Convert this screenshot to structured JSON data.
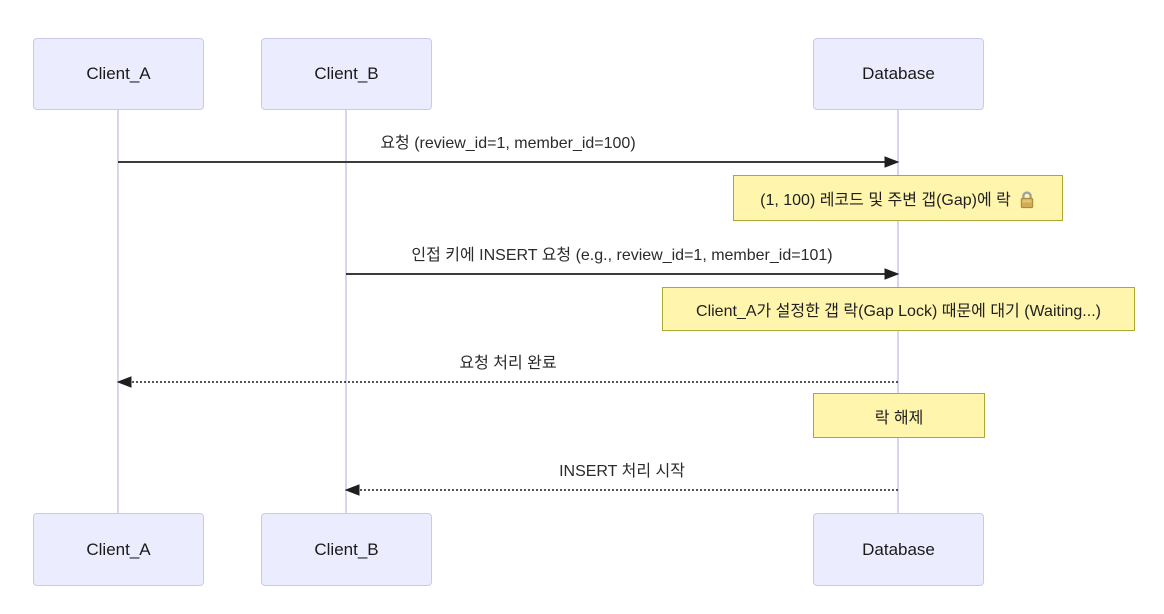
{
  "diagram": {
    "type": "sequence",
    "actors": [
      {
        "id": "client_a",
        "label": "Client_A"
      },
      {
        "id": "client_b",
        "label": "Client_B"
      },
      {
        "id": "database",
        "label": "Database"
      }
    ],
    "messages": [
      {
        "from": "Client_A",
        "to": "Database",
        "style": "solid",
        "label": "요청 (review_id=1, member_id=100)"
      },
      {
        "from": "Client_B",
        "to": "Database",
        "style": "solid",
        "label": "인접 키에 INSERT 요청 (e.g., review_id=1, member_id=101)"
      },
      {
        "from": "Database",
        "to": "Client_A",
        "style": "dotted",
        "label": "요청 처리 완료"
      },
      {
        "from": "Database",
        "to": "Client_B",
        "style": "dotted",
        "label": "INSERT 처리 시작"
      }
    ],
    "notes": [
      {
        "over": "Database",
        "icon": "lock-icon",
        "label": "(1, 100) 레코드 및 주변 갭(Gap)에 락"
      },
      {
        "over": "Database",
        "icon": null,
        "label": "Client_A가 설정한 갭 락(Gap Lock) 때문에 대기 (Waiting...)"
      },
      {
        "over": "Database",
        "icon": null,
        "label": "락 해제"
      }
    ],
    "colors": {
      "actor_fill": "#ECECFF",
      "actor_border": "#c9c9ef",
      "note_fill": "#fff5ad",
      "note_border": "#aaaa33",
      "lifeline": "#d9d4ef",
      "arrow": "#1f1f1f",
      "text": "#262626",
      "lock_body": "#d2ab53",
      "lock_shackle": "#9aa0a6"
    }
  }
}
